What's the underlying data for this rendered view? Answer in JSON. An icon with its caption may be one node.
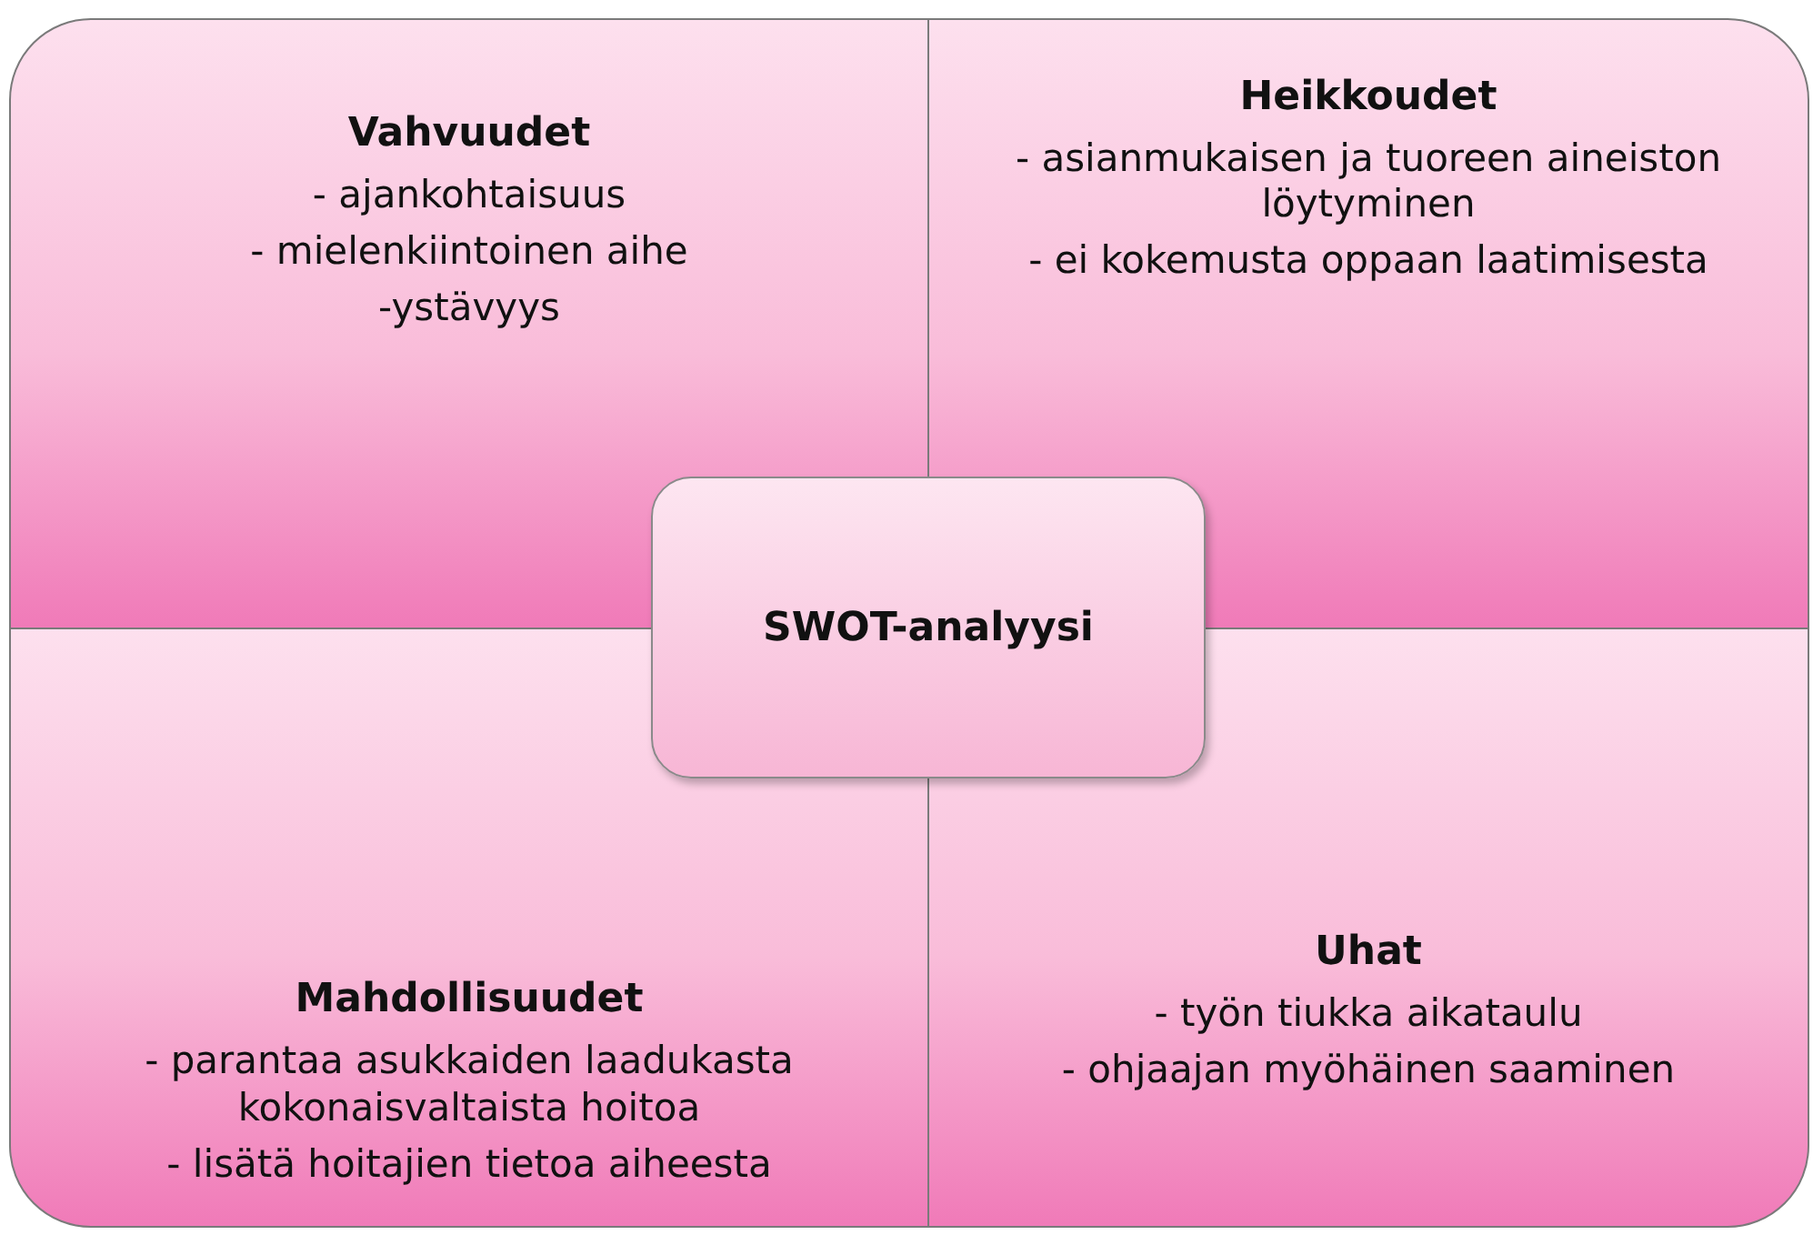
{
  "diagram": {
    "nodes": [
      {
        "text": [
          "Vahvuudet",
          "- ajankohtaisuus",
          "- mielenkiintoinen aihe",
          "-ystävyys"
        ]
      },
      {
        "text": [
          "Heikkoudet",
          "- asianmukaisen ja tuoreen aineiston löytyminen",
          "- ei kokemusta oppaan laatimisesta"
        ]
      },
      {
        "text": [
          "SWOT-analyysi"
        ]
      },
      {
        "text": [
          "Mahdollisuudet",
          "- parantaa asukkaiden laadukasta kokonaisvaltaista hoitoa",
          "- lisätä hoitajien tietoa aiheesta"
        ]
      },
      {
        "text": [
          "Uhat",
          "- työn tiukka aikataulu",
          "- ohjaajan myöhäinen saaminen"
        ]
      }
    ]
  }
}
